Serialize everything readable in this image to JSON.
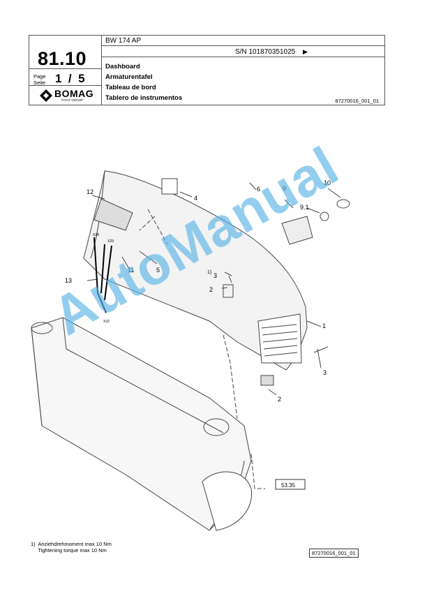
{
  "header": {
    "model": "BW 174 AP",
    "serial": "S/N 101870351025",
    "group_number": "81.10",
    "page_label_line1": "Page",
    "page_label_line2": "Seite",
    "page_number": "1  /  5",
    "brand": "BOMAG",
    "brand_sub": "FAYAT GROUP",
    "title_de": "Dashboard",
    "title_de2": "Armaturentafel",
    "title_fr": "Tableau de bord",
    "title_es": "Tablero de instrumentos",
    "doc_number": "87270016_001_01"
  },
  "drawing": {
    "callouts": [
      "12",
      "4",
      "6",
      "9",
      "10",
      "9.1",
      "11",
      "5",
      "13",
      "1)",
      "3",
      "2",
      "1",
      "3",
      "2"
    ],
    "connectors": [
      "X28",
      "X29",
      "X32"
    ],
    "ref_box": "53.35",
    "watermark": "AutoManual"
  },
  "footer": {
    "note_line1": "1)  Anziehdrehmoment max 10 Nm",
    "note_line2": "     Tightening torque max 10 Nm",
    "doc_ref": "87270016_001_01"
  }
}
